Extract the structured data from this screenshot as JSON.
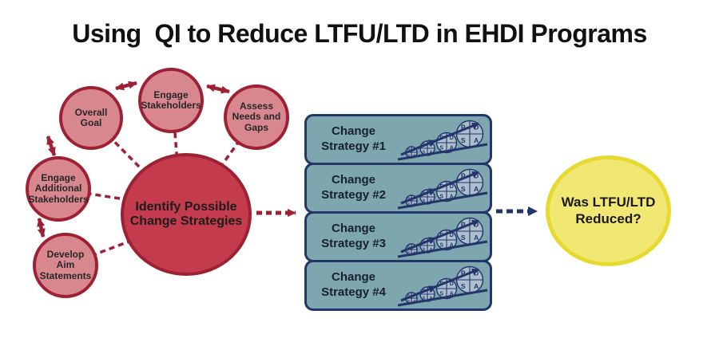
{
  "title": "Using  QI to Reduce LTFU/LTD in EHDI Programs",
  "cycle": {
    "nodes": [
      {
        "id": "overall-goal",
        "label": "Overall Goal"
      },
      {
        "id": "engage-stakeholders",
        "label": "Engage Stakeholders"
      },
      {
        "id": "assess-needs",
        "label": "Assess Needs and Gaps"
      },
      {
        "id": "engage-additional",
        "label": "Engage Additional Stakeholders"
      },
      {
        "id": "develop-aim",
        "label": "Develop Aim Statements"
      }
    ],
    "hub": {
      "label": "Identify Possible Change Strategies"
    }
  },
  "strategies": [
    {
      "label": "Change Strategy #1"
    },
    {
      "label": "Change Strategy #2"
    },
    {
      "label": "Change Strategy #3"
    },
    {
      "label": "Change Strategy #4"
    }
  ],
  "pdsa": {
    "letters": [
      "P",
      "D",
      "S",
      "A"
    ]
  },
  "outcome": {
    "label": "Was LTFU/LTD Reduced?"
  },
  "colors": {
    "cycle_node_fill": "#d9878f",
    "cycle_node_border": "#9e2133",
    "hub_fill": "#c43b4d",
    "strategy_fill": "#7da6af",
    "navy": "#24356b",
    "outcome_fill": "#f1e873",
    "outcome_border": "#e7d930"
  }
}
